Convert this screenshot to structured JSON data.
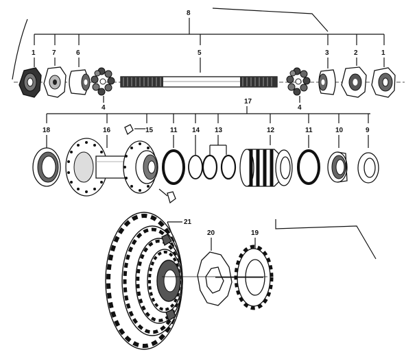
{
  "labels": {
    "top_group": "8",
    "axle": "5",
    "mid_group": "17",
    "sub_group": "13",
    "top_left": [
      "1",
      "7",
      "6"
    ],
    "top_right": [
      "3",
      "2",
      "1"
    ],
    "bearings_left": "4",
    "bearings_right": "4",
    "mid": [
      "18",
      "16",
      "15",
      "11",
      "14",
      "12",
      "11",
      "10",
      "9"
    ],
    "bottom": [
      "21",
      "20",
      "19"
    ]
  }
}
